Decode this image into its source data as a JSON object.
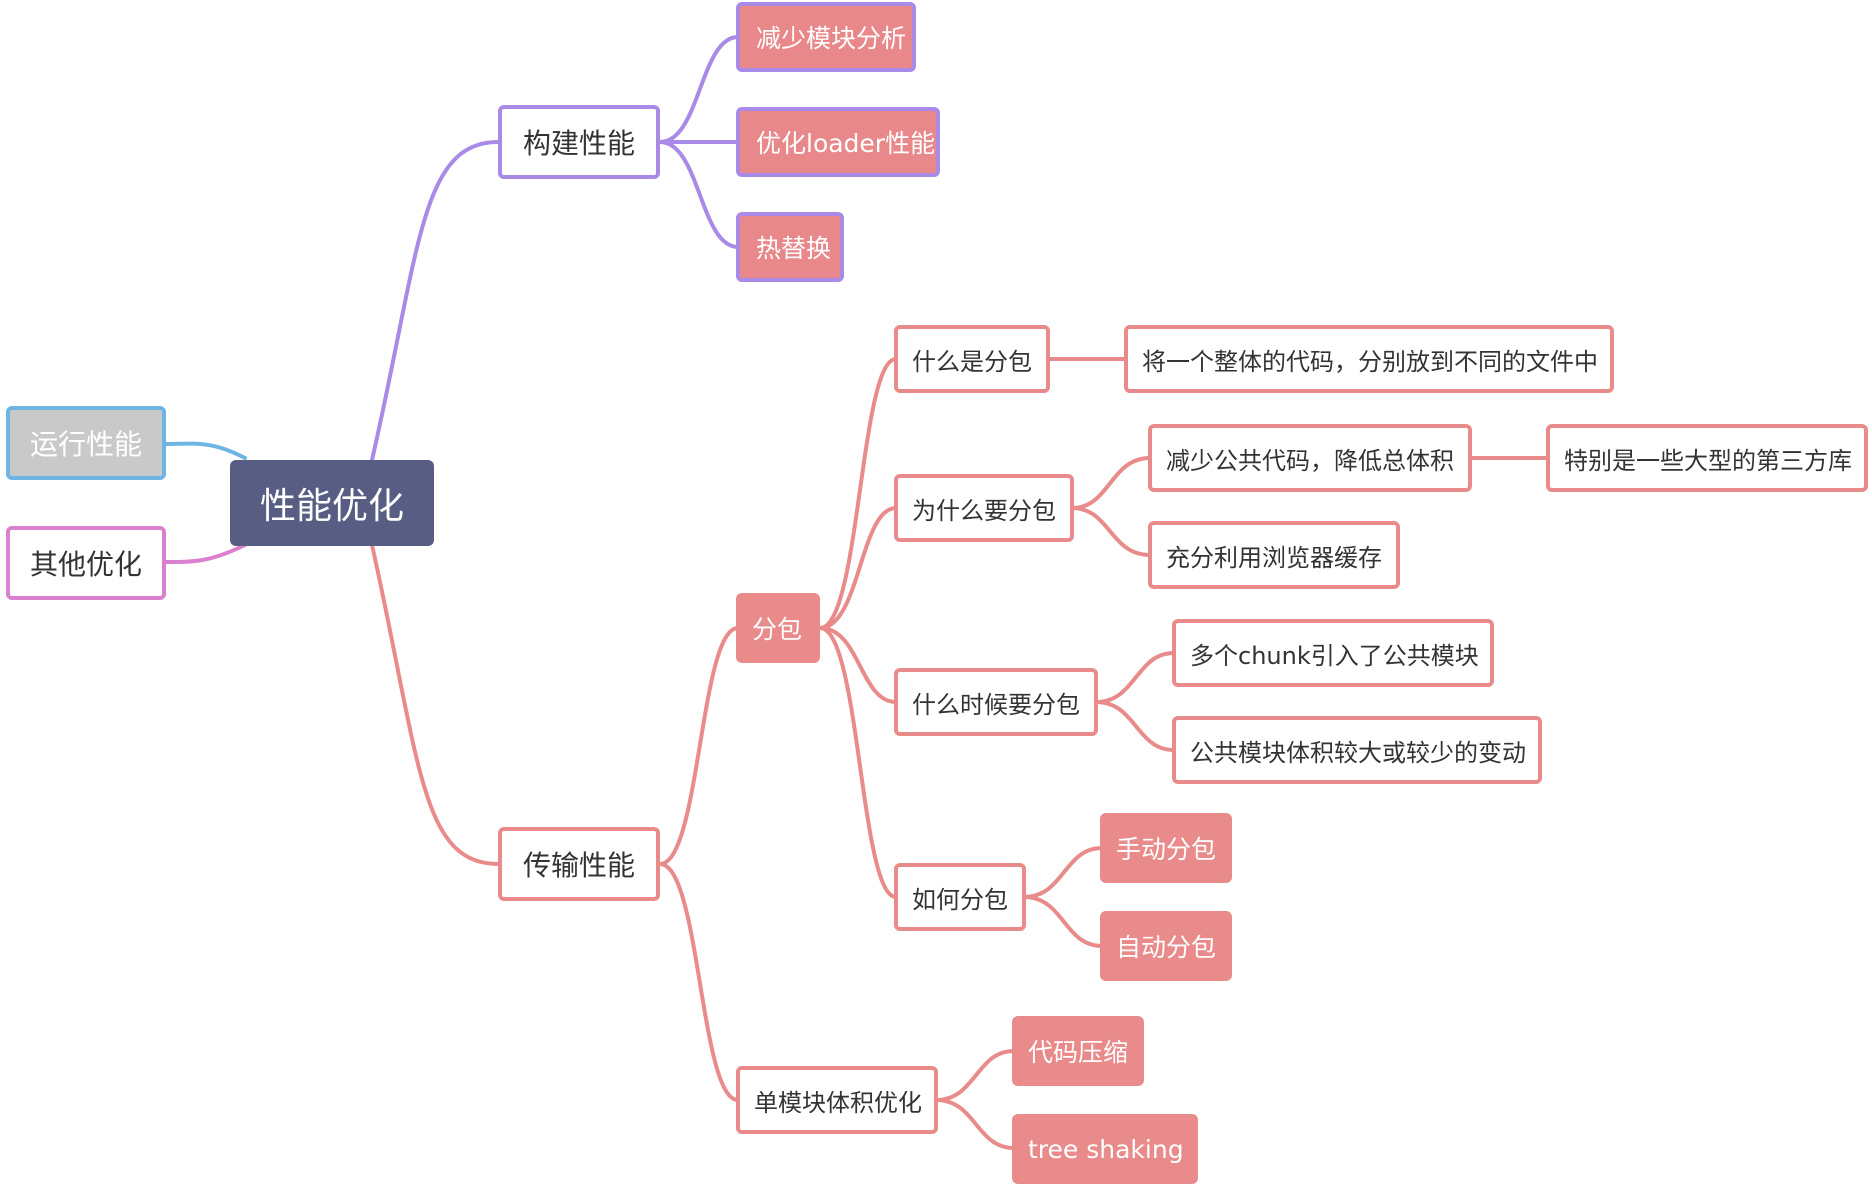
{
  "colors": {
    "root_fill": "#585d84",
    "purple": "#a98ae6",
    "red": "#e98b8b",
    "blue": "#6eb5e4",
    "pink": "#db7fcf",
    "gray_fill": "#c9c9c9"
  },
  "root": {
    "label": "性能优化"
  },
  "left": {
    "runtime": "运行性能",
    "other": "其他优化"
  },
  "build": {
    "label": "构建性能",
    "children": [
      "减少模块分析",
      "优化loader性能",
      "热替换"
    ]
  },
  "transfer": {
    "label": "传输性能",
    "split": {
      "label": "分包",
      "what": {
        "label": "什么是分包",
        "detail": "将一个整体的代码，分别放到不同的文件中"
      },
      "why": {
        "label": "为什么要分包",
        "reduce": "减少公共代码，降低总体积",
        "reduce_detail": "特别是一些大型的第三方库",
        "cache": "充分利用浏览器缓存"
      },
      "when": {
        "label": "什么时候要分包",
        "items": [
          "多个chunk引入了公共模块",
          "公共模块体积较大或较少的变动"
        ]
      },
      "how": {
        "label": "如何分包",
        "items": [
          "手动分包",
          "自动分包"
        ]
      }
    },
    "single": {
      "label": "单模块体积优化",
      "items": [
        "代码压缩",
        "tree shaking"
      ]
    }
  }
}
